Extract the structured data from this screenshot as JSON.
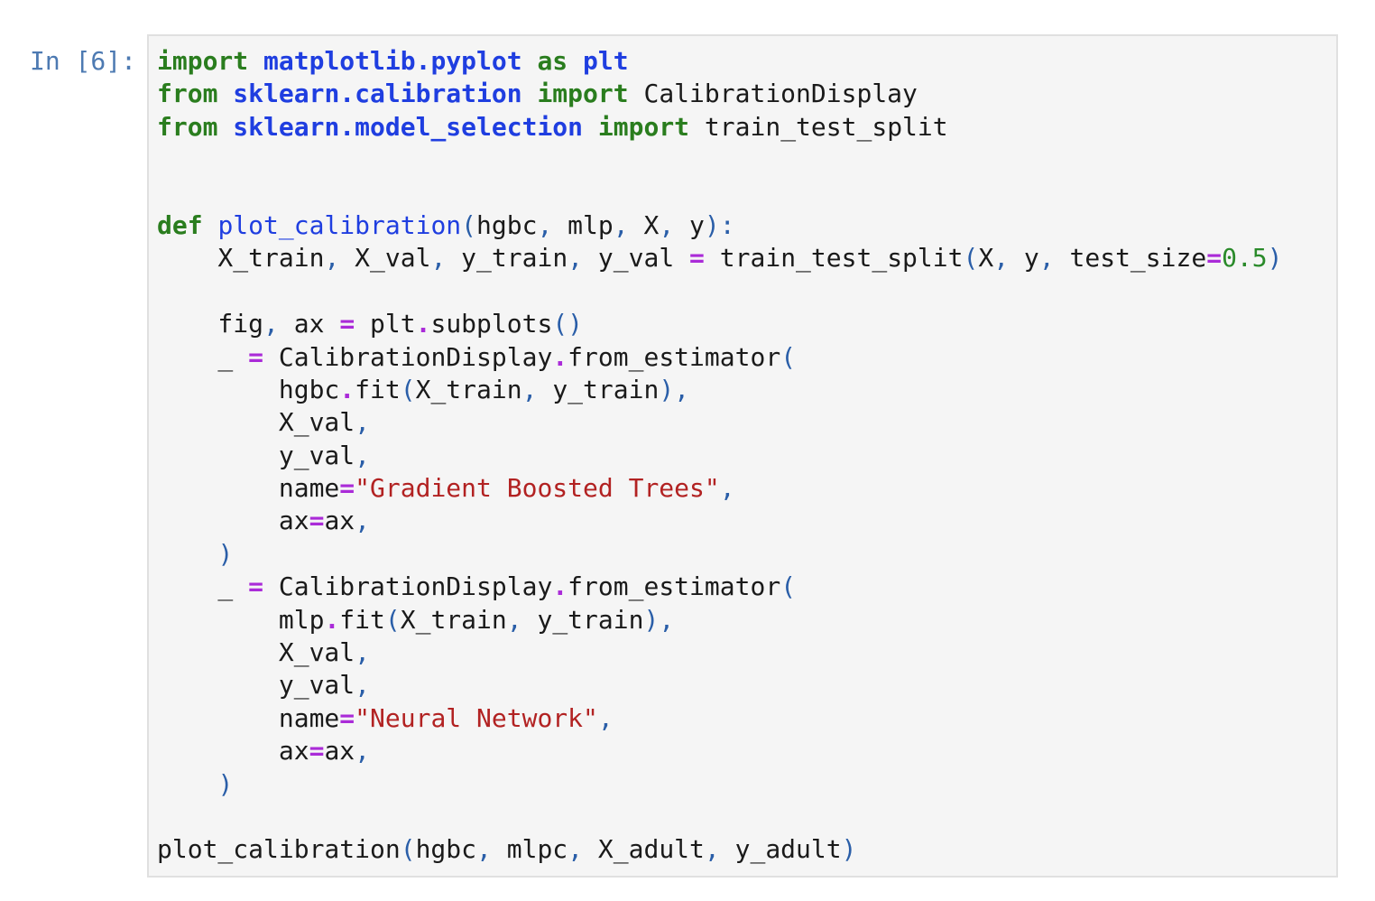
{
  "cell": {
    "prompt": "In [6]:",
    "colors": {
      "keyword": "#2a7d1e",
      "module": "#1f3ee0",
      "function": "#1f3ee0",
      "operator": "#aa2bd8",
      "punctuation": "#2a5ea8",
      "number": "#2a8a2a",
      "string": "#b22222",
      "prompt": "#4d7ab2",
      "cell_background": "#f5f5f5"
    },
    "code_lines": [
      [
        {
          "t": "import",
          "c": "kw"
        },
        {
          "t": " ",
          "c": "ws"
        },
        {
          "t": "matplotlib.pyplot",
          "c": "mod"
        },
        {
          "t": " ",
          "c": "ws"
        },
        {
          "t": "as",
          "c": "kw"
        },
        {
          "t": " ",
          "c": "ws"
        },
        {
          "t": "plt",
          "c": "mod"
        }
      ],
      [
        {
          "t": "from",
          "c": "kw"
        },
        {
          "t": " ",
          "c": "ws"
        },
        {
          "t": "sklearn.calibration",
          "c": "mod"
        },
        {
          "t": " ",
          "c": "ws"
        },
        {
          "t": "import",
          "c": "kw"
        },
        {
          "t": " CalibrationDisplay",
          "c": "name"
        }
      ],
      [
        {
          "t": "from",
          "c": "kw"
        },
        {
          "t": " ",
          "c": "ws"
        },
        {
          "t": "sklearn.model_selection",
          "c": "mod"
        },
        {
          "t": " ",
          "c": "ws"
        },
        {
          "t": "import",
          "c": "kw"
        },
        {
          "t": " train_test_split",
          "c": "name"
        }
      ],
      [],
      [],
      [
        {
          "t": "def",
          "c": "def"
        },
        {
          "t": " ",
          "c": "ws"
        },
        {
          "t": "plot_calibration",
          "c": "fn"
        },
        {
          "t": "(",
          "c": "punct"
        },
        {
          "t": "hgbc",
          "c": "name"
        },
        {
          "t": ",",
          "c": "punct"
        },
        {
          "t": " mlp",
          "c": "name"
        },
        {
          "t": ",",
          "c": "punct"
        },
        {
          "t": " X",
          "c": "name"
        },
        {
          "t": ",",
          "c": "punct"
        },
        {
          "t": " y",
          "c": "name"
        },
        {
          "t": "):",
          "c": "punct"
        }
      ],
      [
        {
          "t": "    X_train",
          "c": "name"
        },
        {
          "t": ",",
          "c": "punct"
        },
        {
          "t": " X_val",
          "c": "name"
        },
        {
          "t": ",",
          "c": "punct"
        },
        {
          "t": " y_train",
          "c": "name"
        },
        {
          "t": ",",
          "c": "punct"
        },
        {
          "t": " y_val ",
          "c": "name"
        },
        {
          "t": "=",
          "c": "op"
        },
        {
          "t": " train_test_split",
          "c": "name"
        },
        {
          "t": "(",
          "c": "punct"
        },
        {
          "t": "X",
          "c": "name"
        },
        {
          "t": ",",
          "c": "punct"
        },
        {
          "t": " y",
          "c": "name"
        },
        {
          "t": ",",
          "c": "punct"
        },
        {
          "t": " test_size",
          "c": "name"
        },
        {
          "t": "=",
          "c": "op"
        },
        {
          "t": "0.5",
          "c": "num"
        },
        {
          "t": ")",
          "c": "punct"
        }
      ],
      [],
      [
        {
          "t": "    fig",
          "c": "name"
        },
        {
          "t": ",",
          "c": "punct"
        },
        {
          "t": " ax ",
          "c": "name"
        },
        {
          "t": "=",
          "c": "op"
        },
        {
          "t": " plt",
          "c": "name"
        },
        {
          "t": ".",
          "c": "op"
        },
        {
          "t": "subplots",
          "c": "name"
        },
        {
          "t": "()",
          "c": "punct"
        }
      ],
      [
        {
          "t": "    _ ",
          "c": "name"
        },
        {
          "t": "=",
          "c": "op"
        },
        {
          "t": " CalibrationDisplay",
          "c": "name"
        },
        {
          "t": ".",
          "c": "op"
        },
        {
          "t": "from_estimator",
          "c": "name"
        },
        {
          "t": "(",
          "c": "punct"
        }
      ],
      [
        {
          "t": "        hgbc",
          "c": "name"
        },
        {
          "t": ".",
          "c": "op"
        },
        {
          "t": "fit",
          "c": "name"
        },
        {
          "t": "(",
          "c": "punct"
        },
        {
          "t": "X_train",
          "c": "name"
        },
        {
          "t": ",",
          "c": "punct"
        },
        {
          "t": " y_train",
          "c": "name"
        },
        {
          "t": "),",
          "c": "punct"
        }
      ],
      [
        {
          "t": "        X_val",
          "c": "name"
        },
        {
          "t": ",",
          "c": "punct"
        }
      ],
      [
        {
          "t": "        y_val",
          "c": "name"
        },
        {
          "t": ",",
          "c": "punct"
        }
      ],
      [
        {
          "t": "        name",
          "c": "name"
        },
        {
          "t": "=",
          "c": "op"
        },
        {
          "t": "\"Gradient Boosted Trees\"",
          "c": "str"
        },
        {
          "t": ",",
          "c": "punct"
        }
      ],
      [
        {
          "t": "        ax",
          "c": "name"
        },
        {
          "t": "=",
          "c": "op"
        },
        {
          "t": "ax",
          "c": "name"
        },
        {
          "t": ",",
          "c": "punct"
        }
      ],
      [
        {
          "t": "    ",
          "c": "ws"
        },
        {
          "t": ")",
          "c": "punct"
        }
      ],
      [
        {
          "t": "    _ ",
          "c": "name"
        },
        {
          "t": "=",
          "c": "op"
        },
        {
          "t": " CalibrationDisplay",
          "c": "name"
        },
        {
          "t": ".",
          "c": "op"
        },
        {
          "t": "from_estimator",
          "c": "name"
        },
        {
          "t": "(",
          "c": "punct"
        }
      ],
      [
        {
          "t": "        mlp",
          "c": "name"
        },
        {
          "t": ".",
          "c": "op"
        },
        {
          "t": "fit",
          "c": "name"
        },
        {
          "t": "(",
          "c": "punct"
        },
        {
          "t": "X_train",
          "c": "name"
        },
        {
          "t": ",",
          "c": "punct"
        },
        {
          "t": " y_train",
          "c": "name"
        },
        {
          "t": "),",
          "c": "punct"
        }
      ],
      [
        {
          "t": "        X_val",
          "c": "name"
        },
        {
          "t": ",",
          "c": "punct"
        }
      ],
      [
        {
          "t": "        y_val",
          "c": "name"
        },
        {
          "t": ",",
          "c": "punct"
        }
      ],
      [
        {
          "t": "        name",
          "c": "name"
        },
        {
          "t": "=",
          "c": "op"
        },
        {
          "t": "\"Neural Network\"",
          "c": "str"
        },
        {
          "t": ",",
          "c": "punct"
        }
      ],
      [
        {
          "t": "        ax",
          "c": "name"
        },
        {
          "t": "=",
          "c": "op"
        },
        {
          "t": "ax",
          "c": "name"
        },
        {
          "t": ",",
          "c": "punct"
        }
      ],
      [
        {
          "t": "    ",
          "c": "ws"
        },
        {
          "t": ")",
          "c": "punct"
        }
      ],
      [],
      [
        {
          "t": "plot_calibration",
          "c": "name"
        },
        {
          "t": "(",
          "c": "punct"
        },
        {
          "t": "hgbc",
          "c": "name"
        },
        {
          "t": ",",
          "c": "punct"
        },
        {
          "t": " mlpc",
          "c": "name"
        },
        {
          "t": ",",
          "c": "punct"
        },
        {
          "t": " X_adult",
          "c": "name"
        },
        {
          "t": ",",
          "c": "punct"
        },
        {
          "t": " y_adult",
          "c": "name"
        },
        {
          "t": ")",
          "c": "punct"
        }
      ]
    ]
  }
}
